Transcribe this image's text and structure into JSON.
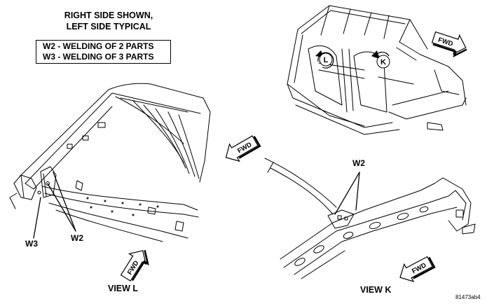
{
  "header": {
    "line1": "RIGHT SIDE SHOWN,",
    "line2": "LEFT SIDE TYPICAL"
  },
  "legend": {
    "w2": "W2 - WELDING OF 2 PARTS",
    "w3": "W3 - WELDING OF 3 PARTS"
  },
  "view_l": {
    "title": "VIEW L",
    "callout_w3": "W3",
    "callout_w2": "W2",
    "fwd": "FWD"
  },
  "view_k": {
    "title": "VIEW K",
    "callout_w2": "W2",
    "fwd": "FWD"
  },
  "overview": {
    "marker_l": "L",
    "marker_k": "K",
    "fwd": "FWD"
  },
  "middle_fwd": "FWD",
  "figure_id": "81473ab4"
}
